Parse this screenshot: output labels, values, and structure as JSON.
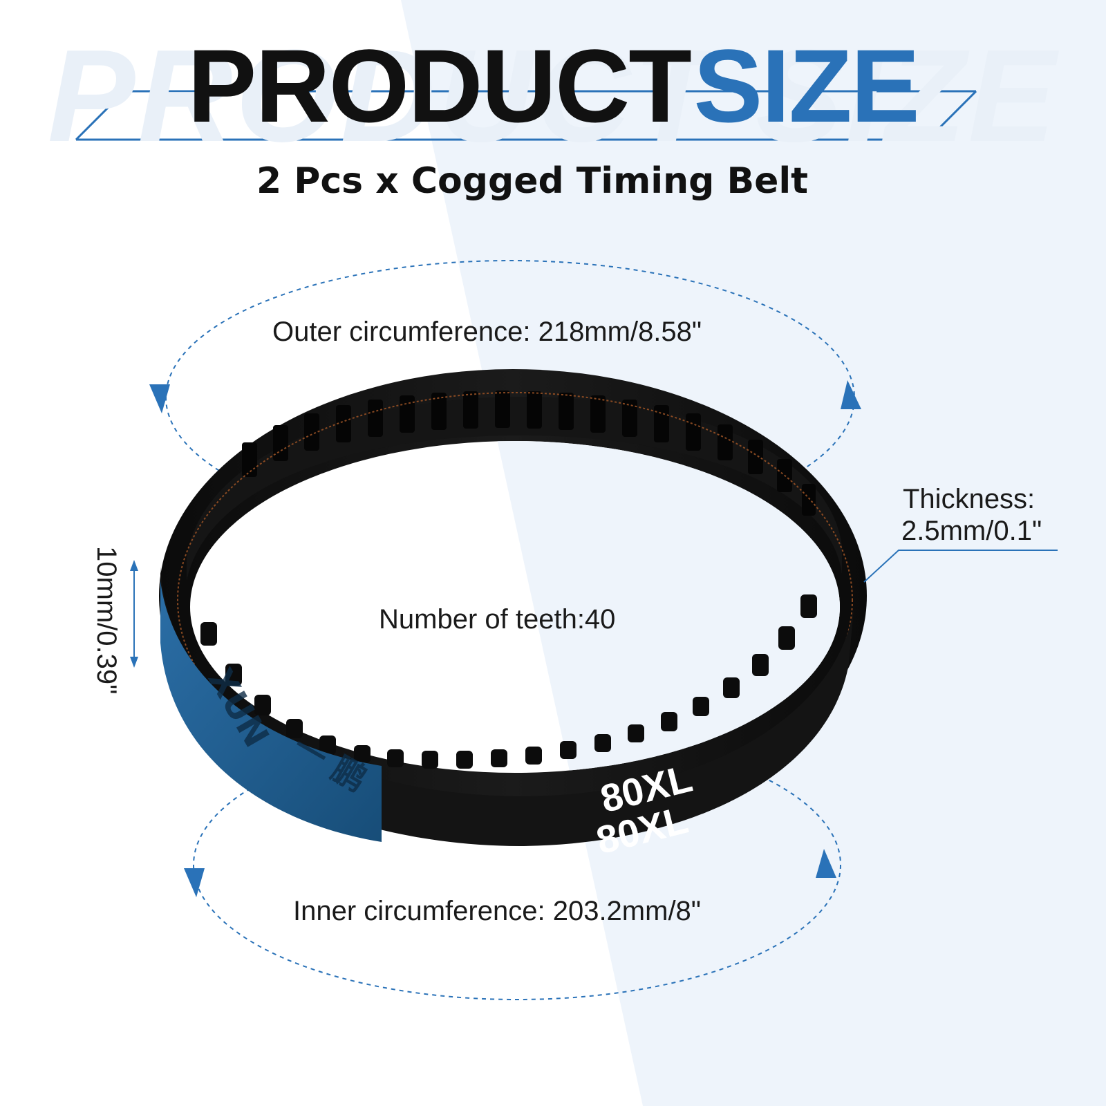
{
  "header": {
    "title_main": "PRODUCT",
    "title_accent": "SIZE",
    "ghost_text": "PRODUCT SIZE",
    "subtitle": "2 Pcs x Cogged Timing Belt"
  },
  "measurements": {
    "outer_circumference": "Outer circumference: 218mm/8.58\"",
    "inner_circumference": "Inner circumference: 203.2mm/8\"",
    "thickness_line1": "Thickness:",
    "thickness_line2": "2.5mm/0.1\"",
    "width": "10mm/0.39\"",
    "teeth": "Number of teeth:40"
  },
  "belt": {
    "marking_1": "80XL",
    "marking_2": "80XL"
  },
  "colors": {
    "accent": "#2a72b8",
    "belt": "#121212",
    "belt_label": "#1f5f93",
    "background_light": "#eef4fb"
  },
  "icons": [
    "arrow-down-icon",
    "arrow-up-icon",
    "double-arrow-icon",
    "belt-product-image"
  ]
}
